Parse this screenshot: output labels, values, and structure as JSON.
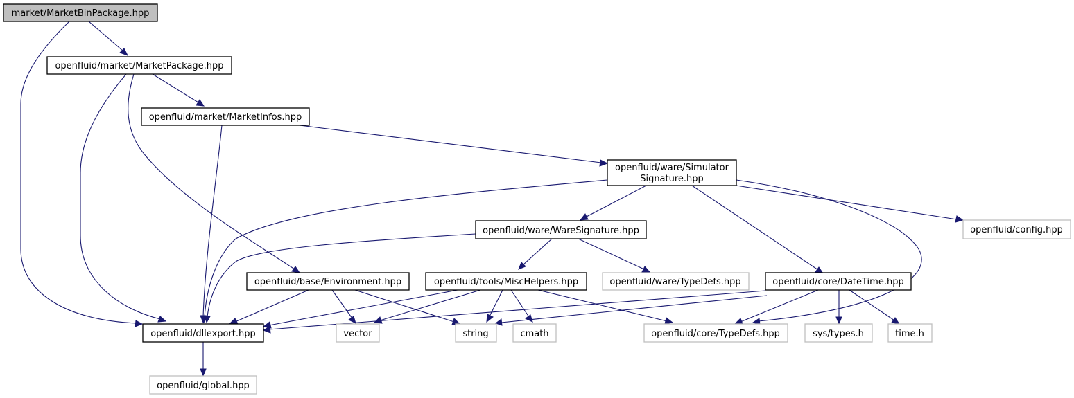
{
  "nodes": {
    "market_bin_package": {
      "label": "market/MarketBinPackage.hpp",
      "kind": "root"
    },
    "market_package": {
      "label": "openfluid/market/MarketPackage.hpp",
      "kind": "primary"
    },
    "market_infos": {
      "label": "openfluid/market/MarketInfos.hpp",
      "kind": "primary"
    },
    "simulator_signature": {
      "label1": "openfluid/ware/Simulator",
      "label2": "Signature.hpp",
      "kind": "primary"
    },
    "config": {
      "label": "openfluid/config.hpp",
      "kind": "external"
    },
    "ware_signature": {
      "label": "openfluid/ware/WareSignature.hpp",
      "kind": "primary"
    },
    "environment": {
      "label": "openfluid/base/Environment.hpp",
      "kind": "primary"
    },
    "misc_helpers": {
      "label": "openfluid/tools/MiscHelpers.hpp",
      "kind": "primary"
    },
    "ware_typedefs": {
      "label": "openfluid/ware/TypeDefs.hpp",
      "kind": "external"
    },
    "datetime": {
      "label": "openfluid/core/DateTime.hpp",
      "kind": "primary"
    },
    "dllexport": {
      "label": "openfluid/dllexport.hpp",
      "kind": "primary"
    },
    "vector": {
      "label": "vector",
      "kind": "external"
    },
    "string": {
      "label": "string",
      "kind": "external"
    },
    "cmath": {
      "label": "cmath",
      "kind": "external"
    },
    "core_typedefs": {
      "label": "openfluid/core/TypeDefs.hpp",
      "kind": "external"
    },
    "sys_types": {
      "label": "sys/types.h",
      "kind": "external"
    },
    "time_h": {
      "label": "time.h",
      "kind": "external"
    },
    "global": {
      "label": "openfluid/global.hpp",
      "kind": "external"
    }
  },
  "edges": [
    {
      "from": "market_bin_package",
      "to": "market_package"
    },
    {
      "from": "market_bin_package",
      "to": "dllexport"
    },
    {
      "from": "market_package",
      "to": "market_infos"
    },
    {
      "from": "market_package",
      "to": "dllexport"
    },
    {
      "from": "market_package",
      "to": "environment"
    },
    {
      "from": "market_infos",
      "to": "simulator_signature"
    },
    {
      "from": "market_infos",
      "to": "dllexport"
    },
    {
      "from": "simulator_signature",
      "to": "dllexport"
    },
    {
      "from": "simulator_signature",
      "to": "ware_signature"
    },
    {
      "from": "simulator_signature",
      "to": "config"
    },
    {
      "from": "simulator_signature",
      "to": "datetime"
    },
    {
      "from": "simulator_signature",
      "to": "core_typedefs"
    },
    {
      "from": "ware_signature",
      "to": "dllexport"
    },
    {
      "from": "ware_signature",
      "to": "misc_helpers"
    },
    {
      "from": "ware_signature",
      "to": "ware_typedefs"
    },
    {
      "from": "environment",
      "to": "dllexport"
    },
    {
      "from": "environment",
      "to": "vector"
    },
    {
      "from": "environment",
      "to": "string"
    },
    {
      "from": "misc_helpers",
      "to": "dllexport"
    },
    {
      "from": "misc_helpers",
      "to": "vector"
    },
    {
      "from": "misc_helpers",
      "to": "string"
    },
    {
      "from": "misc_helpers",
      "to": "cmath"
    },
    {
      "from": "misc_helpers",
      "to": "core_typedefs"
    },
    {
      "from": "datetime",
      "to": "dllexport"
    },
    {
      "from": "datetime",
      "to": "string"
    },
    {
      "from": "datetime",
      "to": "core_typedefs"
    },
    {
      "from": "datetime",
      "to": "sys_types"
    },
    {
      "from": "datetime",
      "to": "time_h"
    },
    {
      "from": "dllexport",
      "to": "global"
    }
  ],
  "colors": {
    "edge": "#191970",
    "root_fill": "#bfbfbf",
    "external_border": "#bfbfbf",
    "primary_border": "#000000"
  }
}
